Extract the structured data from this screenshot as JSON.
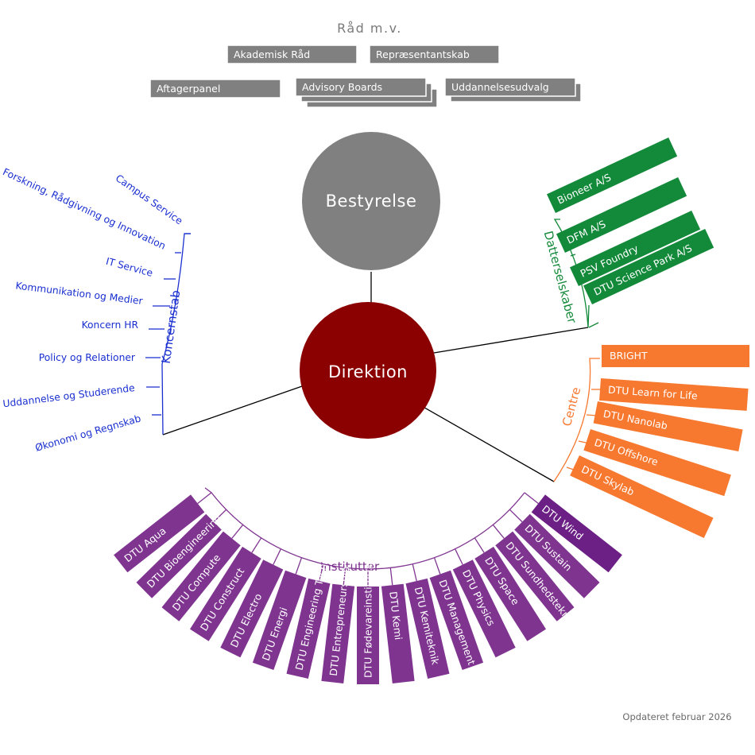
{
  "raad": {
    "title": "Råd m.v.",
    "items": [
      "Akademisk Råd",
      "Repræsentantskab",
      "Aftagerpanel",
      "Advisory Boards",
      "Uddannelsesudvalg"
    ]
  },
  "bestyrelse": "Bestyrelse",
  "direktion": "Direktion",
  "koncernstab": {
    "title": "Koncernstab",
    "items": [
      "Campus Service",
      "Forskning, Rådgivning og Innovation",
      "IT Service",
      "Kommunikation og Medier",
      "Koncern HR",
      "Policy og Relationer",
      "Uddannelse og Studerende",
      "Økonomi og Regnskab"
    ]
  },
  "datterselskaber": {
    "title": "Datterselskaber",
    "items": [
      "Bioneer A/S",
      "DFM A/S",
      "PSV Foundry",
      "DTU Science Park A/S"
    ]
  },
  "centre": {
    "title": "Centre",
    "items": [
      "BRIGHT",
      "DTU Learn for Life",
      "DTU Nanolab",
      "DTU Offshore",
      "DTU Skylab"
    ]
  },
  "institutter": {
    "title": "Institutter",
    "items": [
      "DTU Aqua",
      "DTU Bioengineering",
      "DTU Compute",
      "DTU Construct",
      "DTU Electro",
      "DTU Energi",
      "DTU Engineering Technology",
      "DTU Entrepreneurship",
      "DTU Fødevareinstituttet",
      "DTU Kemi",
      "DTU Kemiteknik",
      "DTU Management",
      "DTU Physics",
      "DTU Space",
      "DTU Sundhedsteknologi",
      "DTU Sustain",
      "DTU Wind"
    ]
  },
  "footer": "Opdateret februar 2026",
  "colors": {
    "grey": "#808080",
    "darkred": "#8B0000",
    "blue": "#1a2fd0",
    "green": "#13893a",
    "orange": "#f7782f",
    "purple": "#7f3590",
    "purple_dark": "#6c1f85"
  }
}
